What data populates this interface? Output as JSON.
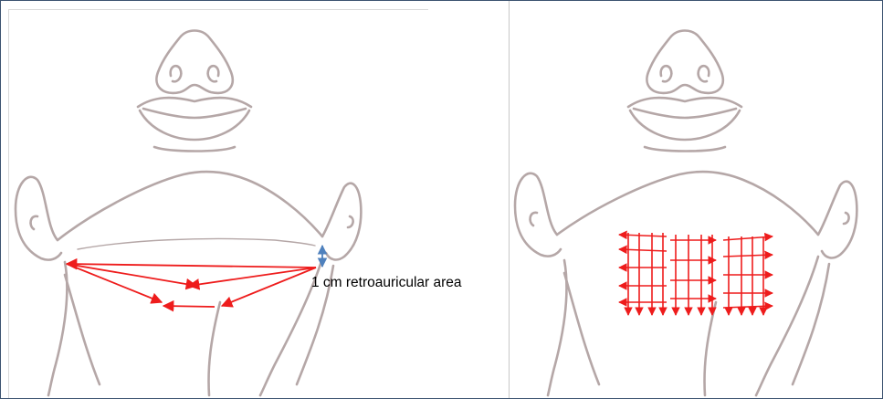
{
  "annotation": {
    "text": "1 cm retroauricular area"
  },
  "colors": {
    "sketch": "#b5a7a7",
    "arrow": "#ee1c1c",
    "measure_arrow": "#4f81bd",
    "frame": "#3c5370"
  },
  "panels": [
    {
      "id": "left",
      "content": "neck sketch with converging red arrows from angles of mandible"
    },
    {
      "id": "right",
      "content": "neck sketch with red horizontal and vertical arrow grid"
    }
  ]
}
